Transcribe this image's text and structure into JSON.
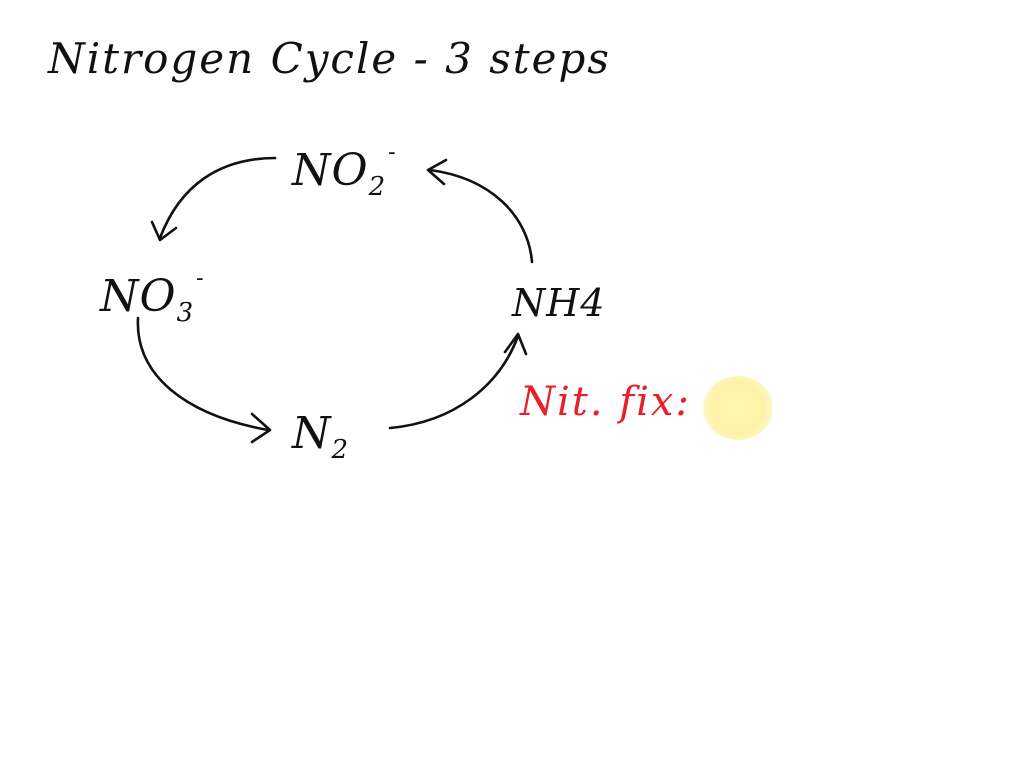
{
  "title": "Nitrogen Cycle - 3 steps",
  "species": {
    "no2": {
      "base": "NO",
      "sub": "2",
      "sup": "-"
    },
    "no3": {
      "base": "NO",
      "sub": "3",
      "sup": "-"
    },
    "nh4": {
      "base": "NH4"
    },
    "n2": {
      "base": "N",
      "sub": "2"
    }
  },
  "annotation": {
    "text": "Nit. fix:",
    "color": "#e8202a"
  },
  "ink_color": "#111111",
  "highlight_color": "#fff2a0"
}
